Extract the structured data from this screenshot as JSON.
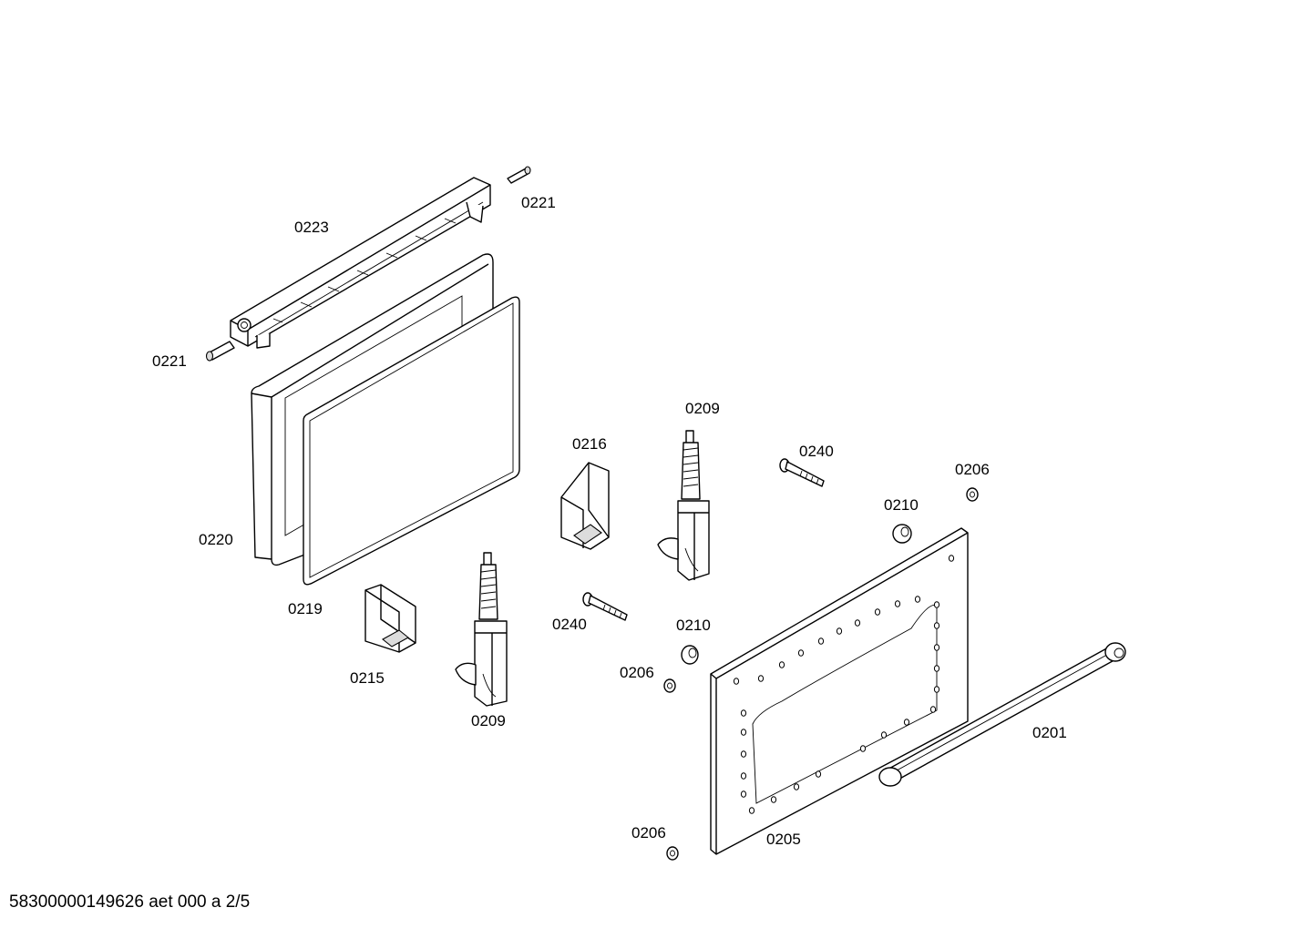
{
  "diagram": {
    "labels": {
      "l0221_right": "0221",
      "l0223": "0223",
      "l0221_left": "0221",
      "l0220": "0220",
      "l0219": "0219",
      "l0215": "0215",
      "l0216": "0216",
      "l0209_top": "0209",
      "l0209_bottom": "0209",
      "l0240_top": "0240",
      "l0240_bottom": "0240",
      "l0206_top": "0206",
      "l0206_mid": "0206",
      "l0206_bottom": "0206",
      "l0210_top": "0210",
      "l0210_mid": "0210",
      "l0201": "0201",
      "l0205": "0205"
    }
  },
  "footer": {
    "drawing_id": "58300000149626 aet 000 a 2/5"
  }
}
